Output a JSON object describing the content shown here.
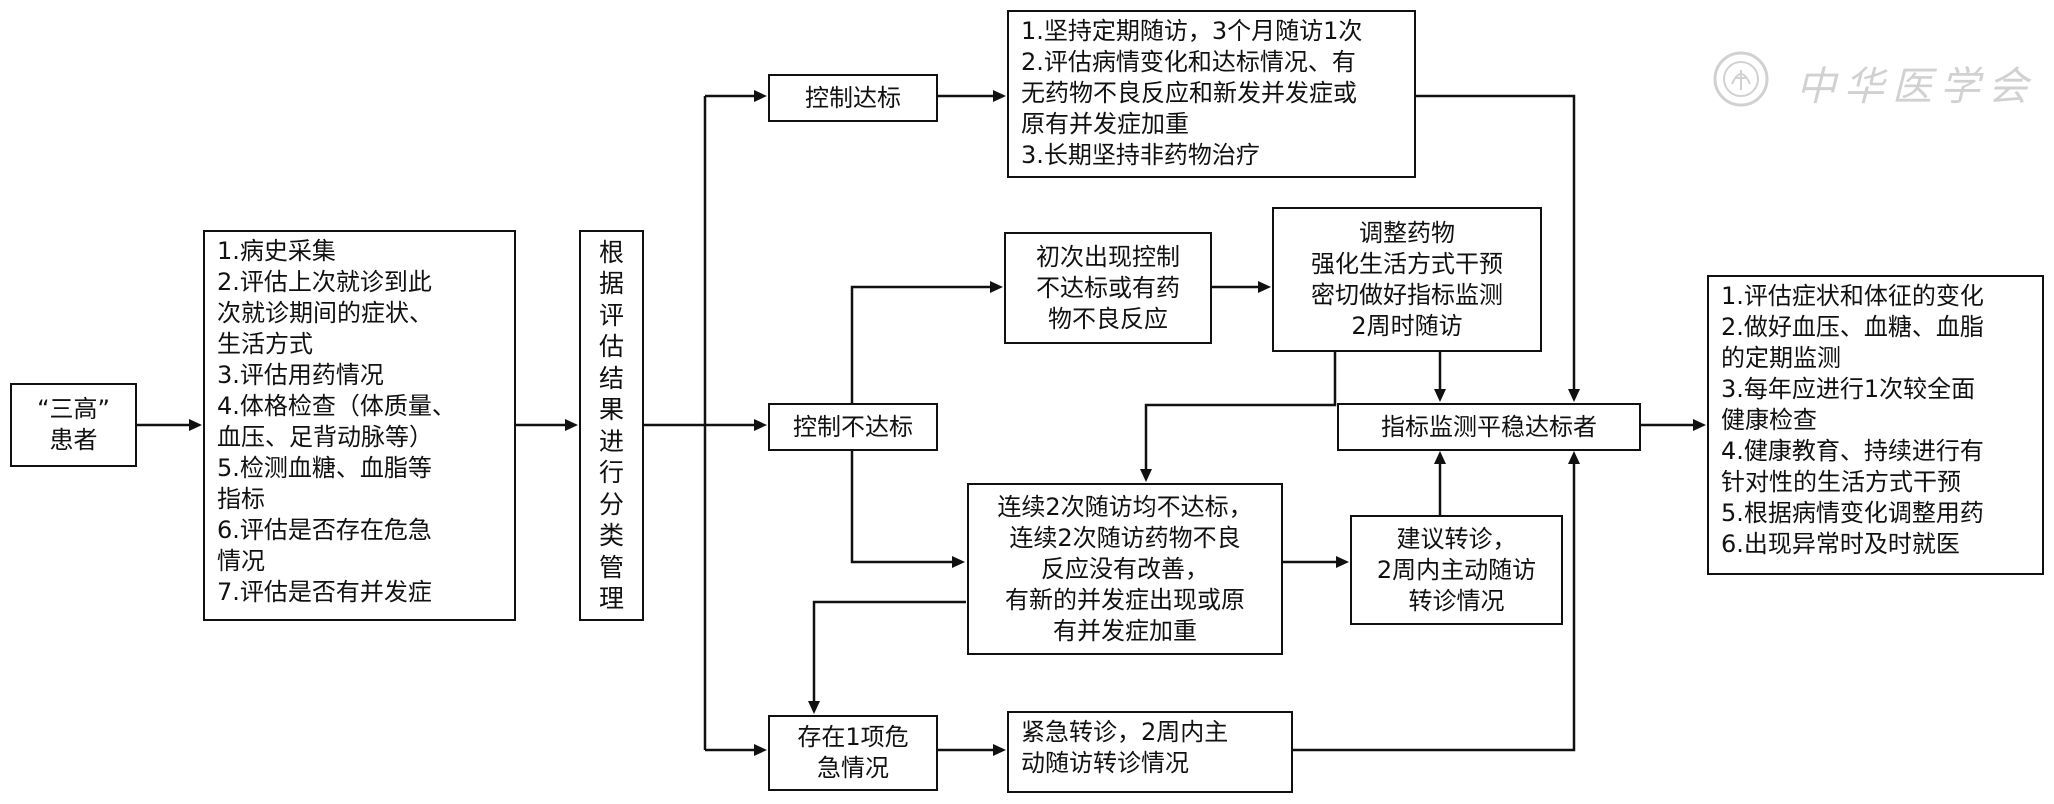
{
  "boxes": {
    "patient": [
      "“三高”",
      "患者"
    ],
    "assessment": [
      "1.病史采集",
      "2.评估上次就诊到此",
      "次就诊期间的症状、",
      "生活方式",
      "3.评估用药情况",
      "4.体格检查（体质量、",
      "血压、足背动脉等）",
      "5.检测血糖、血脂等",
      "指标",
      "6.评估是否存在危急",
      "情况",
      "7.评估是否有并发症"
    ],
    "classify": [
      "根",
      "据",
      "评",
      "估",
      "结",
      "果",
      "进",
      "行",
      "分",
      "类",
      "管",
      "理"
    ],
    "controlled": [
      "控制达标"
    ],
    "controlled_actions": [
      "1.坚持定期随访，3个月随访1次",
      "2.评估病情变化和达标情况、有",
      "无药物不良反应和新发并发症或",
      "原有并发症加重",
      "3.长期坚持非药物治疗"
    ],
    "first_uncontrolled": [
      "初次出现控制",
      "不达标或有药",
      "物不良反应"
    ],
    "adjust": [
      "调整药物",
      "强化生活方式干预",
      "密切做好指标监测",
      "2周时随访"
    ],
    "uncontrolled": [
      "控制不达标"
    ],
    "stable": [
      "指标监测平稳达标者"
    ],
    "persistent": [
      "连续2次随访均不达标，",
      "连续2次随访药物不良",
      "反应没有改善，",
      "有新的并发症出现或原",
      "有并发症加重"
    ],
    "referral": [
      "建议转诊，",
      "2周内主动随访",
      "转诊情况"
    ],
    "danger": [
      "存在1项危",
      "急情况"
    ],
    "emergency": [
      "紧急转诊，2周内主",
      "动随访转诊情况"
    ],
    "final": [
      "1.评估症状和体征的变化",
      "2.做好血压、血糖、血脂",
      "的定期监测",
      "3.每年应进行1次较全面",
      "健康检查",
      "4.健康教育、持续进行有",
      "针对性的生活方式干预",
      "5.根据病情变化调整用药",
      "6.出现异常时及时就医"
    ]
  },
  "watermark": {
    "logo_text": "中华医学会",
    "icon": "seal-icon"
  },
  "colors": {
    "stroke": "#111111",
    "background": "#ffffff",
    "watermark": "#777777"
  }
}
